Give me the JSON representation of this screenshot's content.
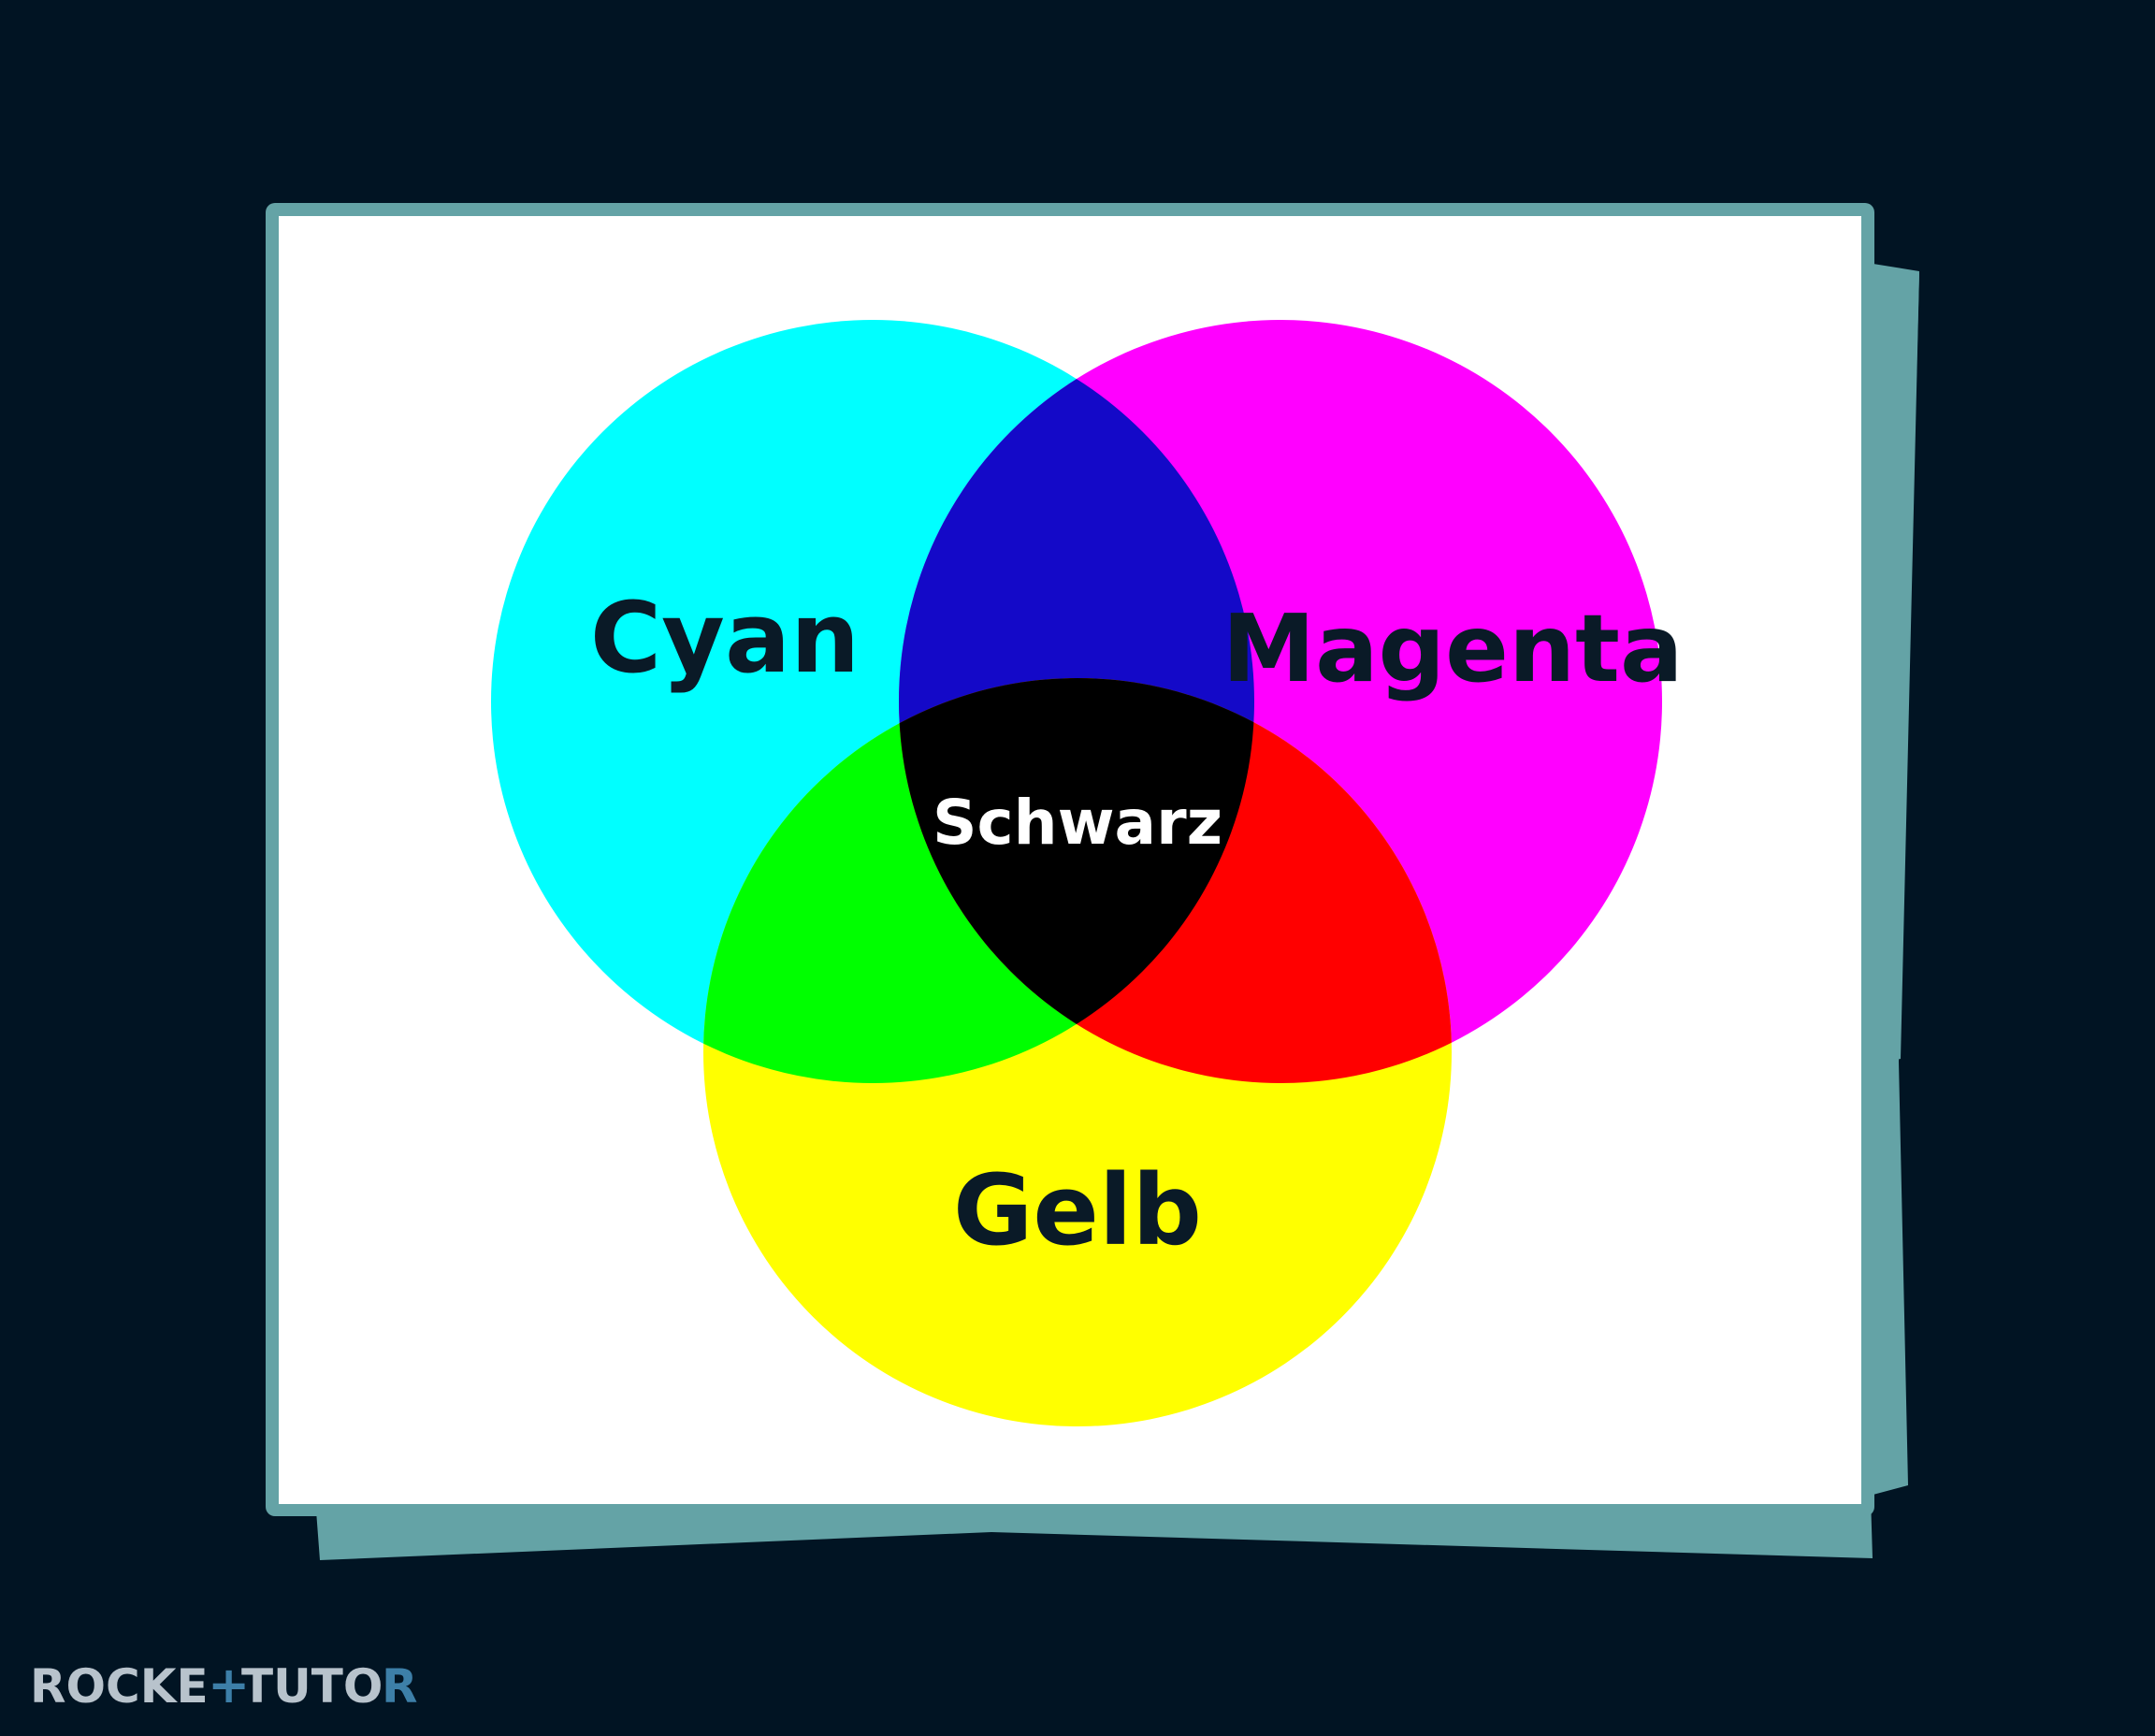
{
  "diagram": {
    "circles": [
      {
        "name": "cyan",
        "label": "Cyan",
        "color": "#00FFFF"
      },
      {
        "name": "magenta",
        "label": "Magenta",
        "color": "#FF00FF"
      },
      {
        "name": "yellow",
        "label": "Gelb",
        "color": "#FFFF00"
      }
    ],
    "overlaps": {
      "cyan_magenta": "#1409C8",
      "cyan_yellow": "#00FF00",
      "magenta_yellow": "#FF0000",
      "center": {
        "label": "Schwarz",
        "color": "#000000"
      }
    },
    "label_color": "#0A1A27",
    "center_label_color": "#FFFFFF"
  },
  "frame": {
    "paper_color": "#FFFFFF",
    "border_color": "#64A3A6",
    "background_color": "#011423"
  },
  "brand": {
    "text_left": "ROCKE",
    "text_right": "TUTO",
    "text_end": "R",
    "text_color": "#B8C3CC",
    "accent_color": "#3D7FA8"
  }
}
